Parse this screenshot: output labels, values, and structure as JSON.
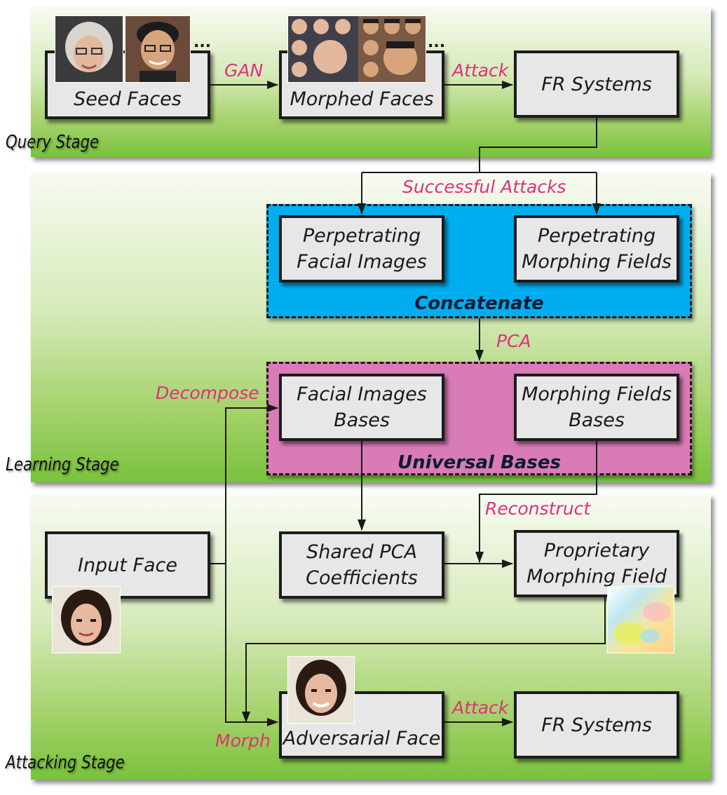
{
  "stages": {
    "query": "Query Stage",
    "learning": "Learning Stage",
    "attacking": "Attacking Stage"
  },
  "boxes": {
    "seed_faces": "Seed Faces",
    "morphed_faces": "Morphed Faces",
    "fr_systems_query": "FR Systems",
    "perpetrating_facial_images": "Perpetrating Facial Images",
    "perpetrating_morphing_fields": "Perpetrating Morphing Fields",
    "facial_images_bases": "Facial Images Bases",
    "morphing_fields_bases": "Morphing Fields Bases",
    "input_face": "Input Face",
    "shared_pca_coefficients": "Shared PCA Coefficients",
    "proprietary_morphing_field": "Proprietary Morphing Field",
    "adversarial_face": "Adversarial Face",
    "fr_systems_attack": "FR Systems"
  },
  "groups": {
    "concatenate": "Concatenate",
    "universal_bases": "Universal Bases"
  },
  "edge_labels": {
    "gan": "GAN",
    "attack_query": "Attack",
    "successful_attacks": "Successful Attacks",
    "pca": "PCA",
    "decompose": "Decompose",
    "reconstruct": "Reconstruct",
    "morph": "Morph",
    "attack_final": "Attack"
  },
  "ellipsis": "...",
  "colors": {
    "label_pink": "#e0307a",
    "concatenate_fill": "#00aeef",
    "universal_bases_fill": "#d97bb6",
    "box_fill": "#e7e7e7",
    "panel_green": "#78c33c"
  }
}
